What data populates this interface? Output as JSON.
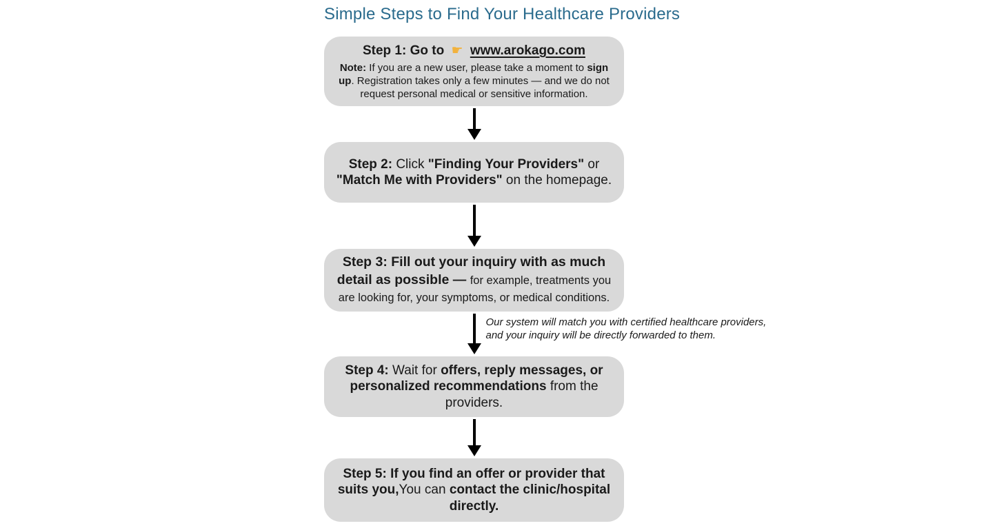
{
  "title": "Simple Steps to Find Your Healthcare Providers",
  "colors": {
    "title": "#2a6b8d",
    "box_bg": "#d9d9d9",
    "text": "#1a1a1a",
    "arrow": "#000000",
    "hand_icon": "#f2b23d"
  },
  "steps": {
    "step1": {
      "heading_prefix": "Step 1: Go to",
      "hand_icon": "☛",
      "link": "www.arokago.com",
      "note_label": "Note:",
      "note_text_1": " If you are a new user, please take a moment to ",
      "note_bold": "sign up",
      "note_text_2": ". Registration takes only a few minutes — and we do not request personal medical or sensitive information."
    },
    "step2": {
      "prefix_bold": "Step 2:",
      "t1": " Click ",
      "b1": "\"Finding Your Providers\"",
      "t2": " or ",
      "b2": "\"Match Me with Providers\"",
      "t3": " on the homepage."
    },
    "step3": {
      "bold": "Step 3: Fill out your inquiry with as much detail as possible — ",
      "regular": "for example, treatments you are looking for, your symptoms, or medical conditions."
    },
    "step4": {
      "prefix_bold": "Step 4:",
      "t1": " Wait for ",
      "b1": "offers, reply messages, or personalized recommendations",
      "t2": " from the providers."
    },
    "step5": {
      "b1": "Step 5: If you find an offer or provider that suits you,",
      "t1": "You can ",
      "b2": "contact the clinic/hospital directly."
    }
  },
  "annotation": {
    "line1": "Our system will match you with certified healthcare providers,",
    "line2": "and your inquiry will be directly forwarded to them."
  }
}
